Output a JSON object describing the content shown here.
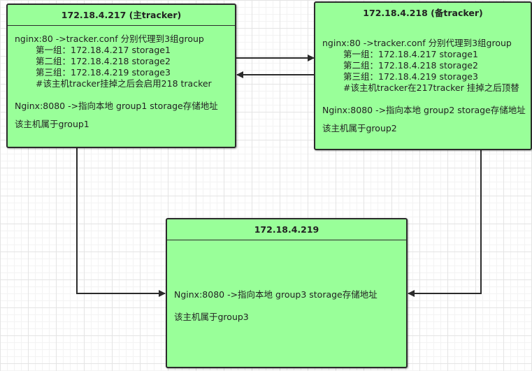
{
  "node_a": {
    "title": "172.18.4.217 (主tracker)",
    "line1": "nginx:80 ->tracker.conf 分别代理到3组group",
    "group1": "第一组：172.18.4.217 storage1",
    "group2": "第二组：172.18.4.218 storage2",
    "group3": "第三组：172.18.4.219 storage3",
    "note": "#该主机tracker挂掉之后会启用218 tracker",
    "line2": "Nginx:8080 ->指向本地 group1 storage存储地址",
    "line3": "该主机属于group1"
  },
  "node_b": {
    "title": "172.18.4.218 (备tracker)",
    "line1": "nginx:80 ->tracker.conf 分别代理到3组group",
    "group1": "第一组：172.18.4.217 storage1",
    "group2": "第二组：172.18.4.218 storage2",
    "group3": "第三组：172.18.4.219 storage3",
    "note": "#该主机tracker在217tracker 挂掉之后顶替",
    "line2": "Nginx:8080 ->指向本地 group2  storage存储地址",
    "line3": "该主机属于group2"
  },
  "node_c": {
    "title": "172.18.4.219",
    "line1": "Nginx:8080 ->指向本地 group3  storage存储地址",
    "line2": "该主机属于group3"
  },
  "colors": {
    "node_fill": "#99ff99",
    "stroke": "#2b2b2b"
  }
}
